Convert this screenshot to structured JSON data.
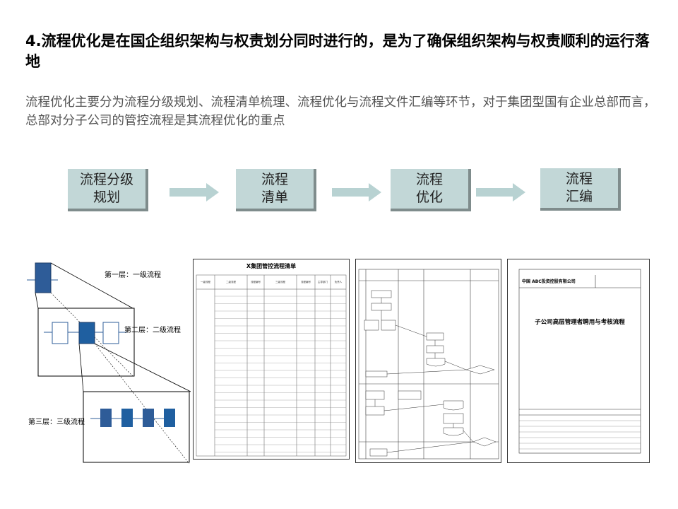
{
  "slide": {
    "title": "4.流程优化是在国企组织架构与权责划分同时进行的，是为了确保组织架构与权责顺利的运行落地",
    "subtitle": "流程优化主要分为流程分级规划、流程清单梳理、流程优化与流程文件汇编等环节，对于集团型国有企业总部而言，总部对分子公司的管控流程是其流程优化的重点"
  },
  "steps": [
    {
      "label": "流程分级\n规划"
    },
    {
      "label": "流程\n清单"
    },
    {
      "label": "流程\n优化"
    },
    {
      "label": "流程\n汇编"
    }
  ],
  "levels": {
    "level1": "第一层：一级流程",
    "level2": "第二层：二级流程",
    "level3": "第三层：三级流程"
  },
  "list_doc": {
    "title": "X集团管控流程清单",
    "headers": [
      "一级流程",
      "二级流程",
      "流程编号",
      "三级流程",
      "流程编号",
      "主导部门",
      "负责人"
    ]
  },
  "cover_doc": {
    "company": "中国 ABC投资控股有限公司",
    "doc_title": "子公司高层管理者聘用与考核流程"
  },
  "colors": {
    "step_fill": "#c2d7d7",
    "step_shadow": "#7f8c8c",
    "arrow_fill": "#b8d2d2",
    "process_blue": "#2e5c98"
  }
}
